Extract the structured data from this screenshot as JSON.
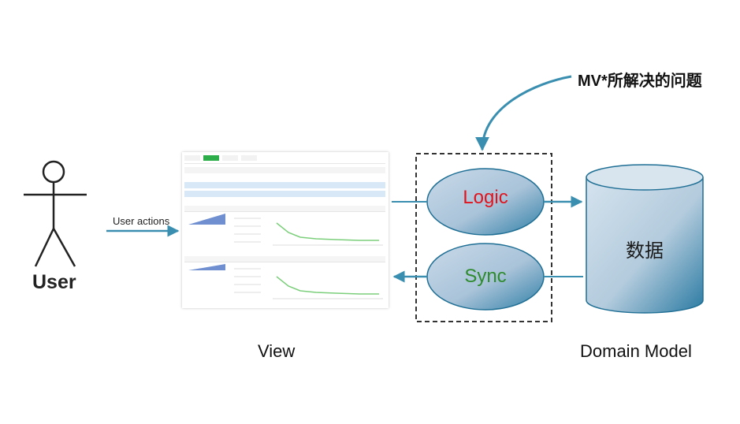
{
  "labels": {
    "user": "User",
    "user_actions": "User actions",
    "view": "View",
    "domain_model": "Domain Model",
    "question": "MV*所解决的问题",
    "logic": "Logic",
    "sync": "Sync",
    "data": "数据"
  },
  "colors": {
    "arrow": "#3a8fb0",
    "logic_text": "#e0141e",
    "sync_text": "#2e8b2e",
    "dashed_box": "#333333"
  }
}
